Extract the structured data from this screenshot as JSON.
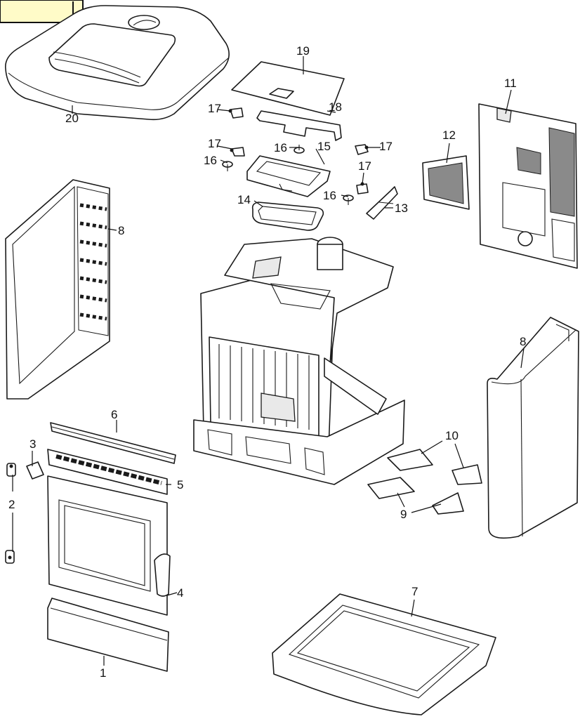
{
  "diagram": {
    "callouts": {
      "c1": "1",
      "c2": "2",
      "c3": "3",
      "c4": "4",
      "c5": "5",
      "c6": "6",
      "c7": "7",
      "c8a": "8",
      "c8b": "8",
      "c9": "9",
      "c10": "10",
      "c11": "11",
      "c12": "12",
      "c13": "13",
      "c14": "14",
      "c15": "15",
      "c16a": "16",
      "c16b": "16",
      "c16c": "16",
      "c17a": "17",
      "c17b": "17",
      "c17c": "17",
      "c17d": "17",
      "c18": "18",
      "c19": "19",
      "c20": "20"
    }
  }
}
